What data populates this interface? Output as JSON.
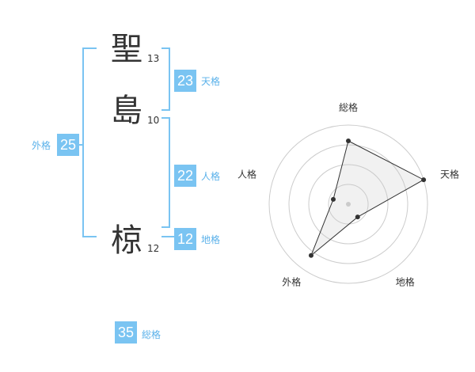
{
  "name": {
    "chars": [
      {
        "char": "聖",
        "strokes": "13"
      },
      {
        "char": "島",
        "strokes": "10"
      },
      {
        "char": "椋",
        "strokes": "12"
      }
    ]
  },
  "kaku": {
    "tenkaku": {
      "value": "23",
      "label": "天格"
    },
    "jinkaku": {
      "value": "22",
      "label": "人格"
    },
    "chikaku": {
      "value": "12",
      "label": "地格"
    },
    "gaikaku": {
      "value": "25",
      "label": "外格"
    },
    "soukaku": {
      "value": "35",
      "label": "総格"
    }
  },
  "colors": {
    "accent": "#7ac4f2",
    "label": "#5ab1ea",
    "text": "#333333"
  },
  "chart_data": {
    "type": "radar",
    "axes": [
      "総格",
      "天格",
      "地格",
      "外格",
      "人格"
    ],
    "values": [
      4,
      5,
      1,
      4,
      1
    ],
    "rmax": 5,
    "rings": 4,
    "grid": true
  }
}
